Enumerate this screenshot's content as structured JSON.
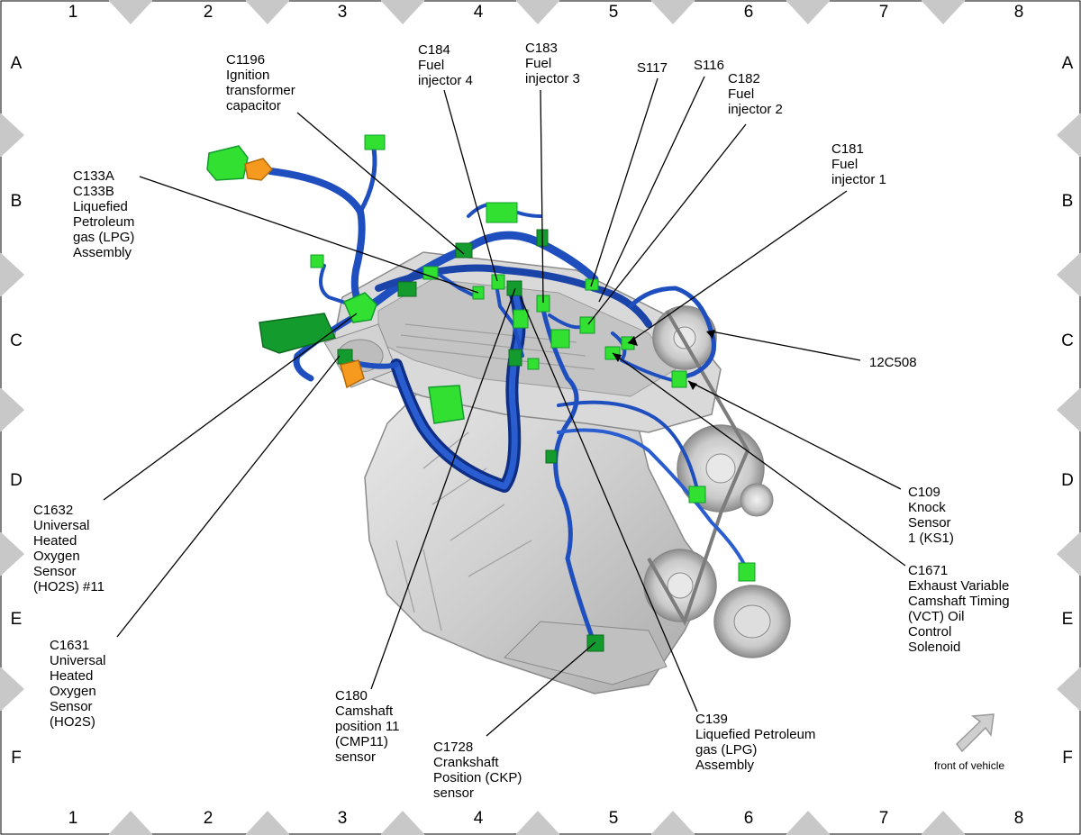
{
  "grid": {
    "columns": [
      "1",
      "2",
      "3",
      "4",
      "5",
      "6",
      "7",
      "8"
    ],
    "rows": [
      "A",
      "B",
      "C",
      "D",
      "E",
      "F"
    ]
  },
  "callouts": {
    "c1196": "C1196\nIgnition\ntransformer\ncapacitor",
    "c184": "C184\nFuel\ninjector 4",
    "c183": "C183\nFuel\ninjector 3",
    "s117": "S117",
    "s116": "S116",
    "c182": "C182\nFuel\ninjector 2",
    "c181": "C181\nFuel\ninjector 1",
    "c133": "C133A\nC133B\nLiquefied\nPetroleum\ngas (LPG)\nAssembly",
    "c12c508": "12C508",
    "c109": "C109\nKnock\nSensor\n1 (KS1)",
    "c1671": "C1671\nExhaust Variable\nCamshaft Timing\n(VCT) Oil\nControl\nSolenoid",
    "c1632": "C1632\nUniversal\nHeated\nOxygen\nSensor\n(HO2S) #11",
    "c1631": "C1631\nUniversal\nHeated\nOxygen\nSensor\n(HO2S)",
    "c180": "C180\nCamshaft\nposition 11\n(CMP11)\nsensor",
    "c1728": "C1728\nCrankshaft\nPosition (CKP)\nsensor",
    "c139": "C139\nLiquefied Petroleum\ngas (LPG)\nAssembly"
  },
  "orientation": {
    "label": "front of vehicle",
    "icon": "front-arrow-icon"
  },
  "colors": {
    "harness": "#1f4fbf",
    "harness_dark": "#0f2f86",
    "connector": "#32e032",
    "connector_dark": "#139c2d",
    "orange_connector": "#f59a1e",
    "engine": "#cfcfcf",
    "engine_shadow": "#9a9a9a",
    "border_triangle": "#c8c8c8"
  }
}
